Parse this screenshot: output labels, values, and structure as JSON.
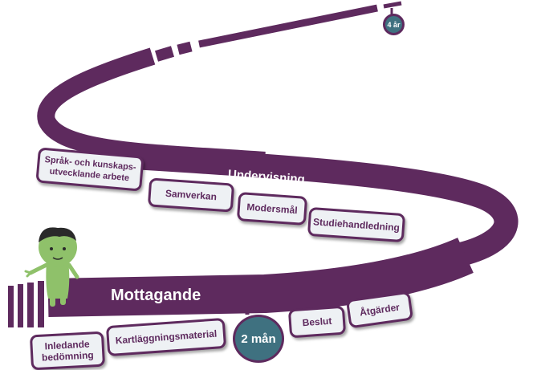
{
  "colors": {
    "road": "#5e2a5e",
    "box_fill": "#eef1f4",
    "badge": "#3f7180",
    "figure_skin": "#8fc16a",
    "figure_hair": "#2a2a2a"
  },
  "road_labels": {
    "undervisning": "Undervisning",
    "mottagande": "Mottagande"
  },
  "milestones": {
    "four_years": "4 år",
    "two_months": "2 mån"
  },
  "upper_boxes": [
    {
      "label": "Språk- och kunskaps- utvecklande arbete"
    },
    {
      "label": "Samverkan"
    },
    {
      "label": "Modersmål"
    },
    {
      "label": "Studiehandledning"
    }
  ],
  "lower_boxes": [
    {
      "label": "Inledande bedömning"
    },
    {
      "label": "Kartläggningsmaterial"
    },
    {
      "label": "Beslut"
    },
    {
      "label": "Åtgärder"
    }
  ]
}
